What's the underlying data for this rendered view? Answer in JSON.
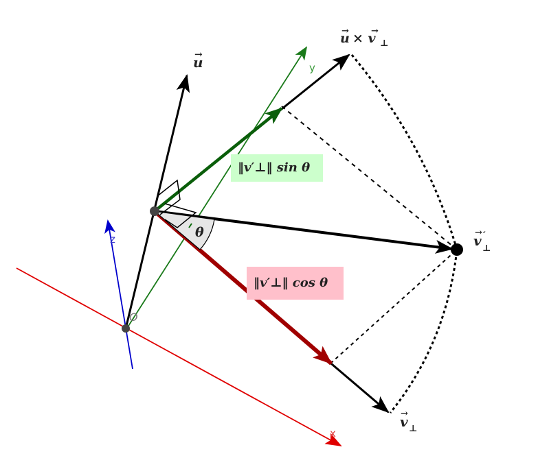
{
  "diagram": {
    "labels": {
      "u": "u",
      "u_cross_vperp": "× v",
      "v_perp_rot": "v",
      "v_perp": "v",
      "theta": "θ",
      "sin_box": "‖v′⊥‖ sin θ",
      "cos_box": "‖v′⊥‖ cos θ",
      "axis_x": "x",
      "axis_y": "y",
      "axis_z": "z",
      "origin": "O"
    },
    "colors": {
      "axis_x": "#e00000",
      "axis_y": "#1a7a1a",
      "axis_z": "#0000cc",
      "sin_arrow": "#0a6b0a",
      "cos_arrow": "#b00000",
      "sin_box_bg": "#ccffcc",
      "cos_box_bg": "#ffc0cb",
      "vector": "#000000",
      "point": "#444444"
    }
  }
}
